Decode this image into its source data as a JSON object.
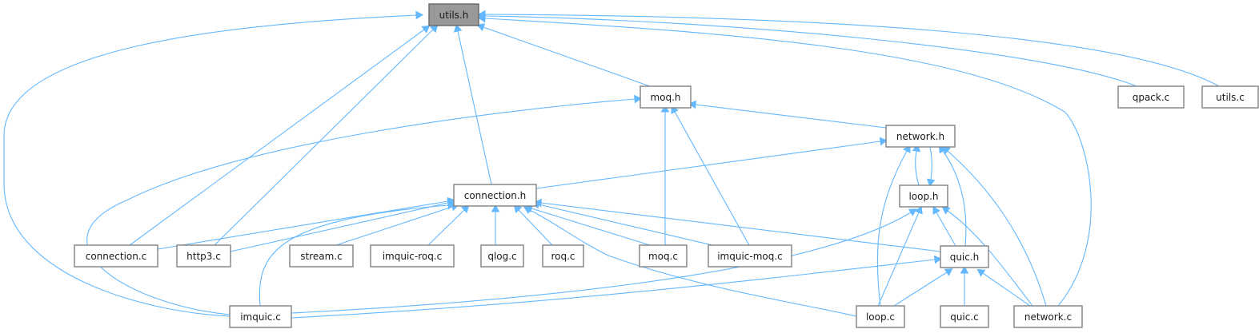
{
  "diagram": {
    "type": "include-dependency-graph",
    "root": "utils.h",
    "edge_color": "#63b8ff",
    "node_border_color": "#808080",
    "root_fill_color": "#999999",
    "nodes": [
      {
        "id": "utils_h",
        "label": "utils.h"
      },
      {
        "id": "moq_h",
        "label": "moq.h"
      },
      {
        "id": "qpack_c",
        "label": "qpack.c"
      },
      {
        "id": "utils_c",
        "label": "utils.c"
      },
      {
        "id": "network_h",
        "label": "network.h"
      },
      {
        "id": "connection_h",
        "label": "connection.h"
      },
      {
        "id": "loop_h",
        "label": "loop.h"
      },
      {
        "id": "connection_c",
        "label": "connection.c"
      },
      {
        "id": "http3_c",
        "label": "http3.c"
      },
      {
        "id": "stream_c",
        "label": "stream.c"
      },
      {
        "id": "imquic_roq_c",
        "label": "imquic-roq.c"
      },
      {
        "id": "qlog_c",
        "label": "qlog.c"
      },
      {
        "id": "roq_c",
        "label": "roq.c"
      },
      {
        "id": "moq_c",
        "label": "moq.c"
      },
      {
        "id": "imquic_moq_c",
        "label": "imquic-moq.c"
      },
      {
        "id": "quic_h",
        "label": "quic.h"
      },
      {
        "id": "imquic_c",
        "label": "imquic.c"
      },
      {
        "id": "loop_c",
        "label": "loop.c"
      },
      {
        "id": "quic_c",
        "label": "quic.c"
      },
      {
        "id": "network_c",
        "label": "network.c"
      }
    ],
    "edges": [
      {
        "from": "imquic_c",
        "to": "utils_h"
      },
      {
        "from": "connection_c",
        "to": "utils_h"
      },
      {
        "from": "http3_c",
        "to": "utils_h"
      },
      {
        "from": "connection_h",
        "to": "utils_h"
      },
      {
        "from": "moq_h",
        "to": "utils_h"
      },
      {
        "from": "network_c",
        "to": "utils_h"
      },
      {
        "from": "qpack_c",
        "to": "utils_h"
      },
      {
        "from": "utils_c",
        "to": "utils_h"
      },
      {
        "from": "imquic_c",
        "to": "moq_h"
      },
      {
        "from": "moq_c",
        "to": "moq_h"
      },
      {
        "from": "imquic_moq_c",
        "to": "moq_h"
      },
      {
        "from": "network_h",
        "to": "moq_h"
      },
      {
        "from": "connection_h",
        "to": "network_h"
      },
      {
        "from": "loop_h",
        "to": "network_h"
      },
      {
        "from": "network_h",
        "to": "loop_h"
      },
      {
        "from": "loop_c",
        "to": "network_h"
      },
      {
        "from": "quic_h",
        "to": "network_h"
      },
      {
        "from": "network_c",
        "to": "network_h"
      },
      {
        "from": "connection_c",
        "to": "connection_h"
      },
      {
        "from": "http3_c",
        "to": "connection_h"
      },
      {
        "from": "imquic_c",
        "to": "connection_h"
      },
      {
        "from": "stream_c",
        "to": "connection_h"
      },
      {
        "from": "imquic_roq_c",
        "to": "connection_h"
      },
      {
        "from": "qlog_c",
        "to": "connection_h"
      },
      {
        "from": "roq_c",
        "to": "connection_h"
      },
      {
        "from": "loop_c",
        "to": "connection_h"
      },
      {
        "from": "moq_c",
        "to": "connection_h"
      },
      {
        "from": "imquic_moq_c",
        "to": "connection_h"
      },
      {
        "from": "quic_h",
        "to": "connection_h"
      },
      {
        "from": "imquic_c",
        "to": "loop_h"
      },
      {
        "from": "loop_c",
        "to": "loop_h"
      },
      {
        "from": "quic_h",
        "to": "loop_h"
      },
      {
        "from": "network_c",
        "to": "loop_h"
      },
      {
        "from": "imquic_c",
        "to": "quic_h"
      },
      {
        "from": "loop_c",
        "to": "quic_h"
      },
      {
        "from": "quic_c",
        "to": "quic_h"
      },
      {
        "from": "network_c",
        "to": "quic_h"
      }
    ]
  }
}
